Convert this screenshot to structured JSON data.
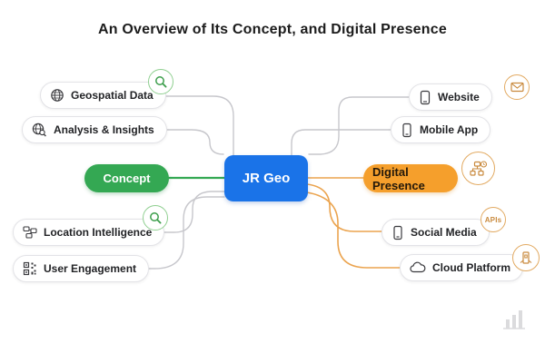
{
  "title": "An Overview of Its Concept, and Digital Presence",
  "center": {
    "label": "JR Geo"
  },
  "concept_branch": {
    "label": "Concept"
  },
  "digital_branch": {
    "label": "Digital Presence"
  },
  "left_nodes": [
    {
      "label": "Geospatial Data",
      "icon": "globe-icon"
    },
    {
      "label": "Analysis & Insights",
      "icon": "globe-search-icon"
    },
    {
      "label": "Location Intelligence",
      "icon": "network-boxes-icon"
    },
    {
      "label": "User Engagement",
      "icon": "qr-code-icon"
    }
  ],
  "right_nodes": [
    {
      "label": "Website",
      "icon": "tablet-icon"
    },
    {
      "label": "Mobile App",
      "icon": "smartphone-icon"
    },
    {
      "label": "Social Media",
      "icon": "smartphone-icon"
    },
    {
      "label": "Cloud Platform",
      "icon": "cloud-icon"
    }
  ],
  "badges": {
    "search_top": {
      "icon": "magnifier-icon"
    },
    "search_bottom": {
      "icon": "magnifier-icon"
    },
    "mail": {
      "icon": "mail-icon"
    },
    "network": {
      "icon": "sitemap-clock-icon"
    },
    "apis": {
      "label": "APIs"
    },
    "device": {
      "icon": "device-icon"
    },
    "chart_watermark": {
      "icon": "bar-chart-icon"
    }
  },
  "colors": {
    "accent-blue": "#1a73e8",
    "accent-green": "#34a853",
    "accent-orange": "#f59f2c",
    "line-gray": "#c7c7cc",
    "line-orange": "#eba44f"
  }
}
